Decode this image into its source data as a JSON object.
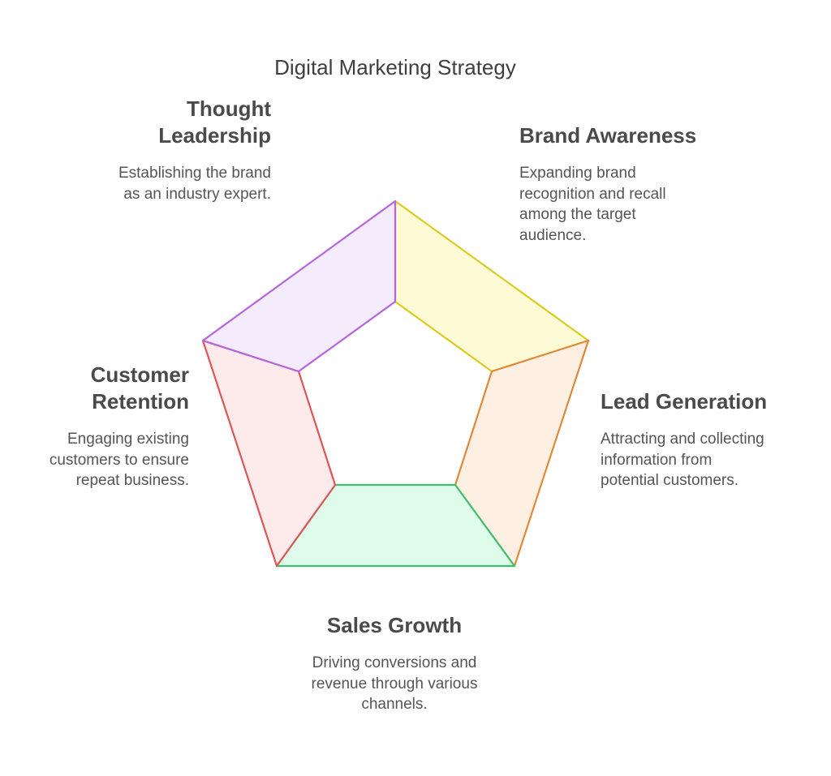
{
  "title": "Digital Marketing Strategy",
  "colors": {
    "thought_stroke": "#b565de",
    "thought_fill": "#f4ecfc",
    "brand_stroke": "#dccb1e",
    "brand_fill": "#fdfad6",
    "lead_stroke": "#e0893a",
    "lead_fill": "#fdf0e2",
    "sales_stroke": "#3fbf6e",
    "sales_fill": "#dffbea",
    "retention_stroke": "#dd5757",
    "retention_fill": "#fdeaea"
  },
  "segments": {
    "thought_leadership": {
      "heading_line1": "Thought",
      "heading_line2": "Leadership",
      "desc_line1": "Establishing the brand",
      "desc_line2": "as an industry expert."
    },
    "brand_awareness": {
      "heading": "Brand Awareness",
      "desc_line1": "Expanding brand",
      "desc_line2": "recognition and recall",
      "desc_line3": "among the target",
      "desc_line4": "audience."
    },
    "customer_retention": {
      "heading_line1": "Customer",
      "heading_line2": "Retention",
      "desc_line1": "Engaging existing",
      "desc_line2": "customers to ensure",
      "desc_line3": "repeat business."
    },
    "lead_generation": {
      "heading": "Lead Generation",
      "desc_line1": "Attracting and collecting",
      "desc_line2": "information from",
      "desc_line3": "potential customers."
    },
    "sales_growth": {
      "heading": "Sales Growth",
      "desc_line1": "Driving conversions and",
      "desc_line2": "revenue through various",
      "desc_line3": "channels."
    }
  }
}
